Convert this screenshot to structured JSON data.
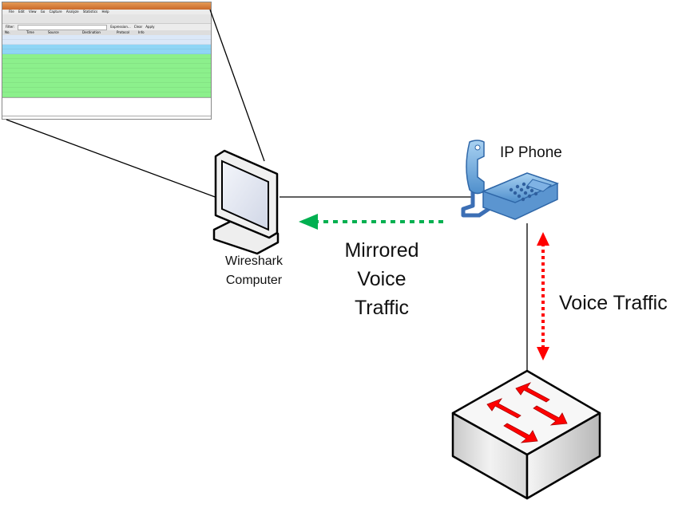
{
  "wireshark_window": {
    "menu": [
      "File",
      "Edit",
      "View",
      "Go",
      "Capture",
      "Analyze",
      "Statistics",
      "Help"
    ],
    "filter_label": "Filter:",
    "expression_button": "Expression...",
    "clear_button": "Clear",
    "apply_button": "Apply",
    "columns": [
      "No.",
      "Time",
      "Source",
      "Destination",
      "Protocol",
      "Info"
    ],
    "row_colors": [
      "#dbe8f8",
      "#dbe8f8",
      "#8fd5f5",
      "#8fd5f5",
      "#8cf08c",
      "#8cf08c",
      "#8cf08c",
      "#8cf08c",
      "#8cf08c",
      "#8cf08c",
      "#8cf08c",
      "#8cf08c",
      "#8cf08c"
    ]
  },
  "nodes": {
    "wireshark_computer": {
      "label_line1": "Wireshark",
      "label_line2": "Computer"
    },
    "ip_phone": {
      "label": "IP Phone"
    }
  },
  "flows": {
    "mirrored": {
      "line1": "Mirrored",
      "line2": "Voice",
      "line3": "Traffic",
      "color": "#00b050"
    },
    "voice": {
      "label": "Voice Traffic",
      "color": "#ff0000"
    }
  }
}
